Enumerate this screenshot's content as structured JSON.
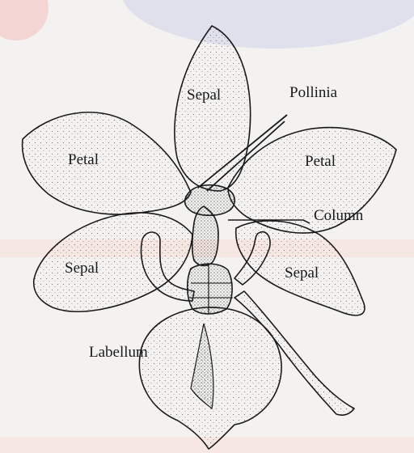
{
  "diagram": {
    "labels": {
      "sepal_top": "Sepal",
      "pollinia": "Pollinia",
      "petal_left": "Petal",
      "petal_right": "Petal",
      "column": "Column",
      "sepal_left": "Sepal",
      "sepal_right": "Sepal",
      "labellum": "Labellum"
    },
    "colors": {
      "ink": "#1a1a1a",
      "paper": "#f3f2f1",
      "watermark_pink": "#f2c9c6",
      "watermark_blue": "#d7d9ea",
      "watermark_band": "#f6e3dc"
    }
  }
}
